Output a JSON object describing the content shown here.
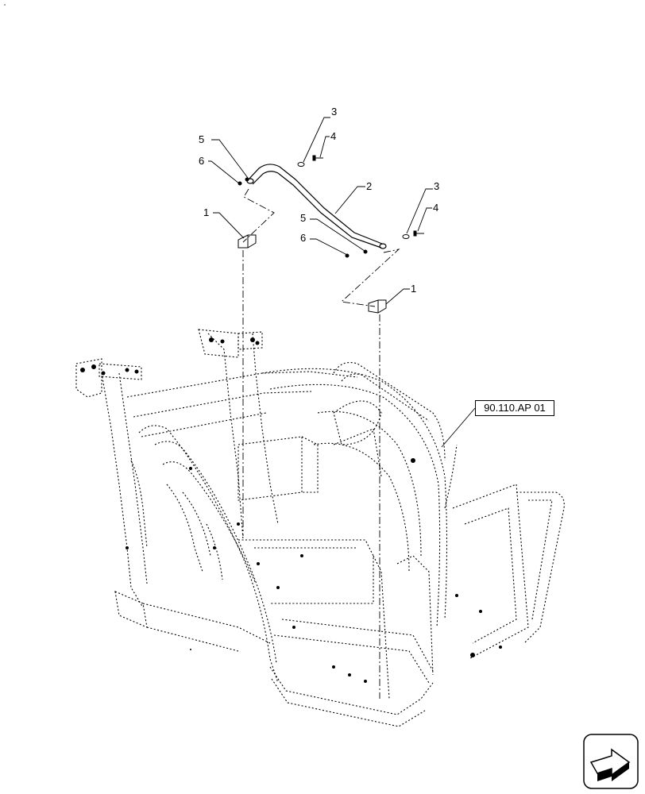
{
  "diagram": {
    "callouts": {
      "c1_left": "1",
      "c1_right": "1",
      "c2": "2",
      "c3_top": "3",
      "c3_right": "3",
      "c4_top": "4",
      "c4_right": "4",
      "c5_left": "5",
      "c5_right": "5",
      "c6_left": "6",
      "c6_right": "6"
    },
    "reference_label": "90.110.AP  01"
  },
  "navigation_icon": "arrow-forward-icon"
}
